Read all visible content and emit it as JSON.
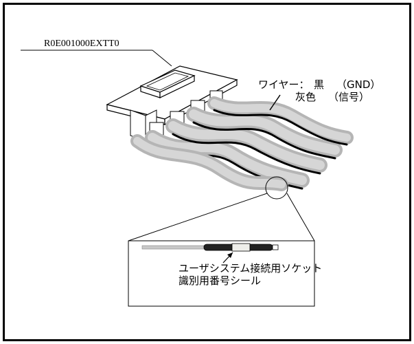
{
  "part_number": "R0E001000EXTT0",
  "wire_label": {
    "title": "ワイヤー：",
    "black": "黒",
    "black_note": "（GND）",
    "gray": "灰色",
    "gray_note": "（信号）"
  },
  "detail_label": {
    "line1": "ユーザシステム接続用ソケット",
    "line2": "識別用番号シール"
  }
}
